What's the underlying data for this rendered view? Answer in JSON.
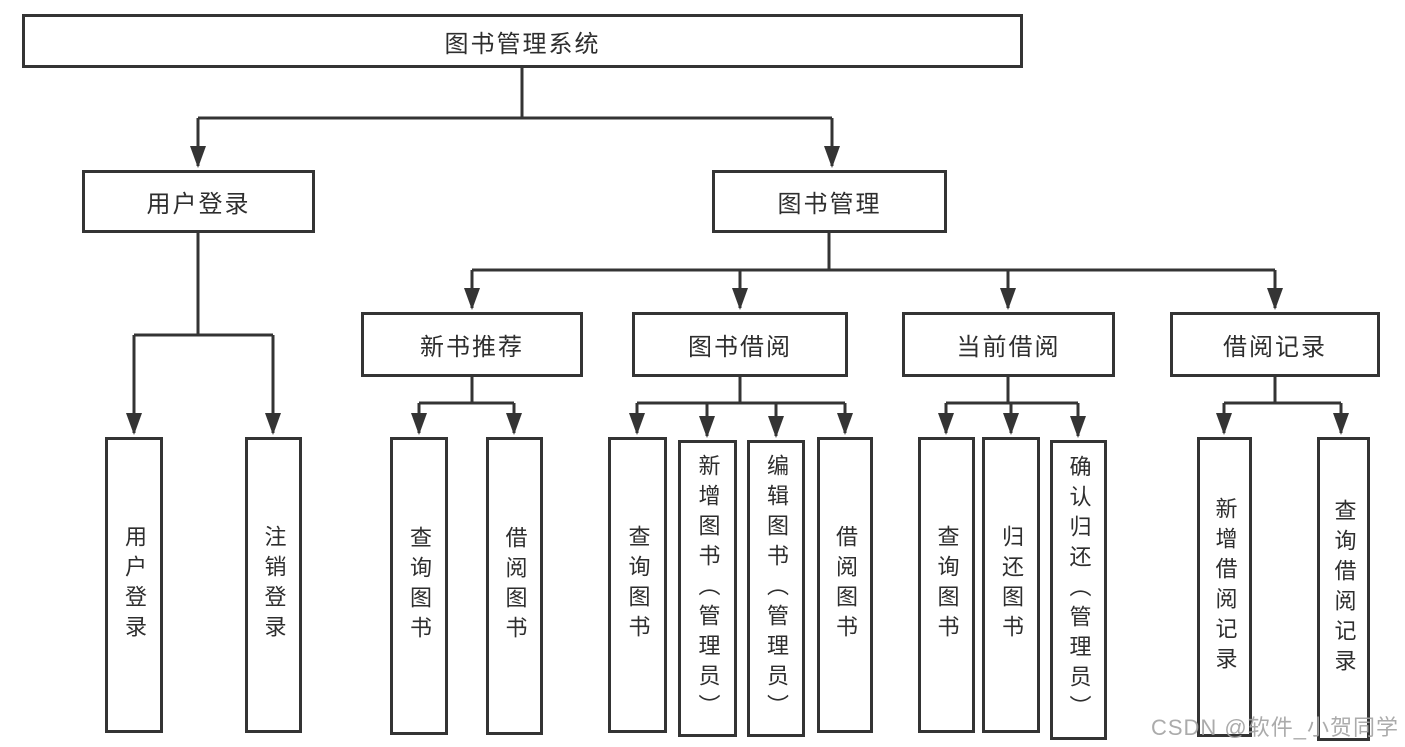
{
  "tree": {
    "root": {
      "label": "图书管理系统",
      "children": [
        {
          "label": "用户登录",
          "children": [
            {
              "label": "用户登录"
            },
            {
              "label": "注销登录"
            }
          ]
        },
        {
          "label": "图书管理",
          "children": [
            {
              "label": "新书推荐",
              "children": [
                {
                  "label": "查询图书"
                },
                {
                  "label": "借阅图书"
                }
              ]
            },
            {
              "label": "图书借阅",
              "children": [
                {
                  "label": "查询图书"
                },
                {
                  "label": "新增图书（管理员）"
                },
                {
                  "label": "编辑图书（管理员）"
                },
                {
                  "label": "借阅图书"
                }
              ]
            },
            {
              "label": "当前借阅",
              "children": [
                {
                  "label": "查询图书"
                },
                {
                  "label": "归还图书"
                },
                {
                  "label": "确认归还（管理员）"
                }
              ]
            },
            {
              "label": "借阅记录",
              "children": [
                {
                  "label": "新增借阅记录"
                },
                {
                  "label": "查询借阅记录"
                }
              ]
            }
          ]
        }
      ]
    }
  },
  "watermark": "CSDN @软件_小贺同学",
  "colors": {
    "line": "#343434",
    "text": "#2e2e2e",
    "background": "#ffffff",
    "watermark": "#a2a2a2"
  }
}
